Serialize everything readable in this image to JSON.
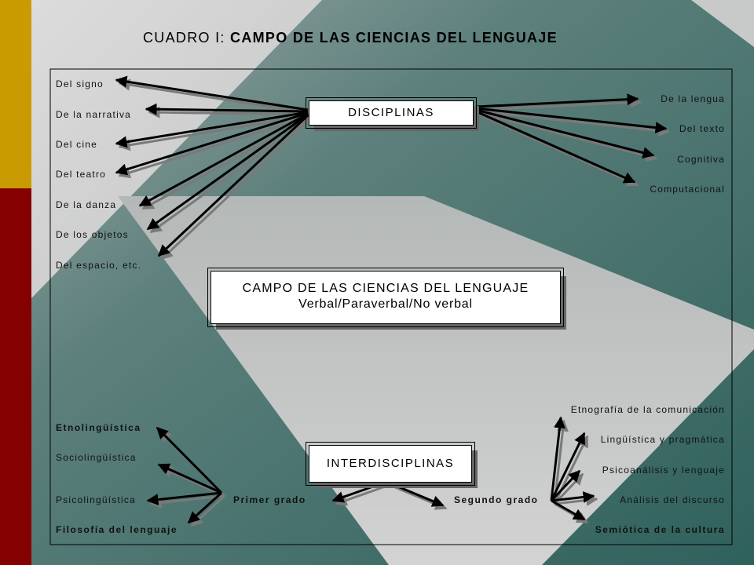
{
  "title": {
    "prefix": "CUADRO I: ",
    "main": "CAMPO DE LAS CIENCIAS DEL LENGUAJE"
  },
  "center_box": {
    "line1": "CAMPO DE LAS CIENCIAS DEL LENGUAJE",
    "line2": "Verbal/Paraverbal/No verbal"
  },
  "disciplinas": {
    "label": "DISCIPLINAS",
    "left": [
      "Del signo",
      "De la narrativa",
      "Del cine",
      "Del teatro",
      "De la danza",
      "De los objetos",
      "Del espacio, etc."
    ],
    "right": [
      "De la lengua",
      "Del texto",
      "Cognitiva",
      "Computacional"
    ]
  },
  "interdisciplinas": {
    "label": "INTERDISCIPLINAS",
    "primer_grado": {
      "label": "Primer grado",
      "items": [
        "Etnolingüística",
        "Sociolingüística",
        "Psicolingüística",
        "Filosofía del lenguaje"
      ]
    },
    "segundo_grado": {
      "label": "Segundo grado",
      "items": [
        "Etnografía de la comunicación",
        "Lingüística y pragmática",
        "Psicoanálisis y lenguaje",
        "Análisis del discurso",
        "Semiótica de la cultura"
      ]
    }
  },
  "colors": {
    "sidebar_gold": "#c99b00",
    "sidebar_red": "#850000",
    "teal": "#3a6b66",
    "silver": "#c6c8c6"
  }
}
